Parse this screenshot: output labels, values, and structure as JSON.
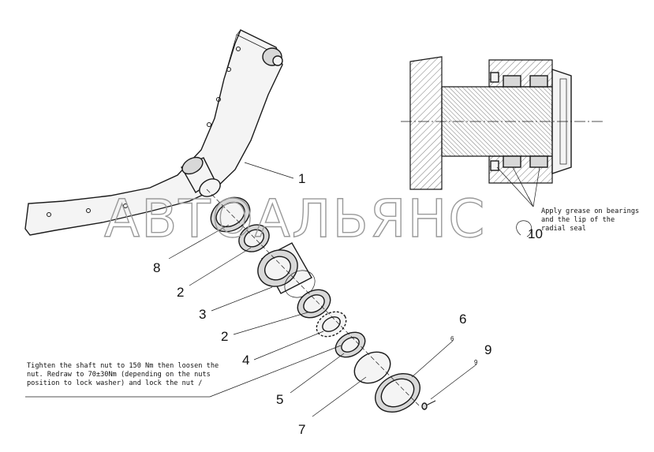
{
  "callouts": {
    "c1": "1",
    "c2a": "2",
    "c2b": "2",
    "c3": "3",
    "c4": "4",
    "c5": "5",
    "c6": "6",
    "c6_small": "6",
    "c7": "7",
    "c8": "8",
    "c9": "9",
    "c9_small": "9",
    "c10": "10"
  },
  "notes": {
    "torque_line1": "Tighten the shaft nut to 150 Nm then loosen the",
    "torque_line2": "nut. Redraw to 70±30Nm (depending on the nuts",
    "torque_line3": "position to lock washer) and lock the nut /",
    "grease_line1": "Apply grease on bearings",
    "grease_line2": "and the lip of the",
    "grease_line3": "radial seal"
  },
  "watermark": "АВТОАЛЬЯНС",
  "colors": {
    "ink": "#1a1a1a",
    "watermark": "#9a9a9a",
    "background": "#ffffff"
  }
}
